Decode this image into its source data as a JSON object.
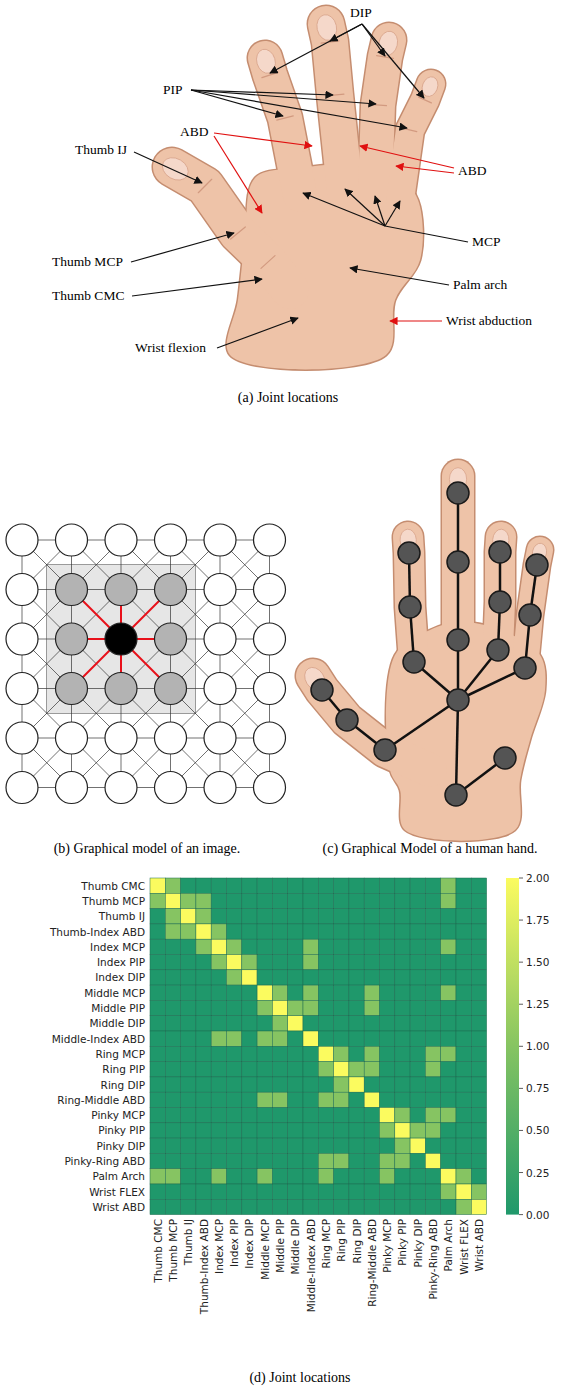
{
  "diagram": {
    "labels": [
      "DIP",
      "PIP",
      "ABD",
      "ABD",
      "Thumb IJ",
      "MCP",
      "Thumb MCP",
      "Palm arch",
      "Thumb CMC",
      "Wrist abduction",
      "Wrist flexion",
      "(a) Joint locations",
      "(b) Graphical model of an image.",
      "(c) Graphical Model of a human hand.",
      "Thumb CMC",
      "Thumb MCP",
      "Thumb IJ",
      "Thumb-Index ABD",
      "Index MCP",
      "Index PIP",
      "Index DIP",
      "Middle MCP",
      "Middle PIP",
      "Middle DIP",
      "Middle-Index ABD",
      "Ring MCP",
      "Ring PIP",
      "Ring DIP",
      "Ring-Middle ABD",
      "Pinky MCP",
      "Pinky PIP",
      "Pinky DIP",
      "Pinky-Ring ABD",
      "Palm Arch",
      "Wrist FLEX",
      "Wrist ABD",
      "Thumb CMC",
      "Thumb MCP",
      "Thumb IJ",
      "Thumb-Index ABD",
      "Index MCP",
      "Index PIP",
      "Index DIP",
      "Middle MCP",
      "Middle PIP",
      "Middle DIP",
      "Middle-Index ABD",
      "Ring MCP",
      "Ring PIP",
      "Ring DIP",
      "Ring-Middle ABD",
      "Pinky MCP",
      "Pinky PIP",
      "Pinky DIP",
      "Pinky-Ring ABD",
      "Palm Arch",
      "Wrist FLEX",
      "Wrist ABD",
      "2.00",
      "1.75",
      "1.50",
      "1.25",
      "1.00",
      "0.75",
      "0.50",
      "0.25",
      "0.00",
      "(d) Joint locations"
    ]
  }
}
